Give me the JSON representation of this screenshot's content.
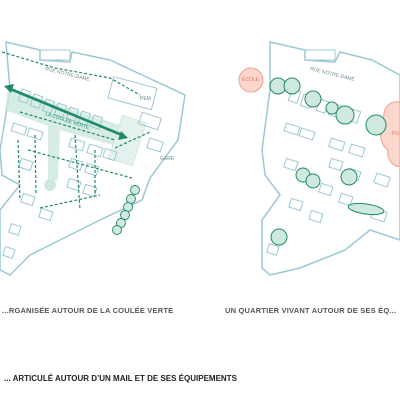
{
  "left_map": {
    "street_label": "RUE NOTRE-DAME",
    "axis_label": "LA COULÉE VERTE",
    "pem_label": "PEM",
    "gare_label": "GARE",
    "caption": "...RGANISÉE AUTOUR DE LA COULÉE VERTE"
  },
  "right_map": {
    "street_label": "RUE NOTRE-DAME",
    "ecole_label": "ÉCOLE",
    "pu_label": "PU",
    "caption": "UN QUARTIER VIVANT AUTOUR DE SES ÉQ..."
  },
  "bottom_title": "... ARTICULÉ AUTOUR D’UN MAIL ET DE SES ÉQUIPEMENTS",
  "colors": {
    "outline": "#9cc7d6",
    "green": "#1e8a66",
    "green_fill": "#cfe9df",
    "pink": "#f1a08b",
    "pink_fill": "#fbd6cc"
  }
}
